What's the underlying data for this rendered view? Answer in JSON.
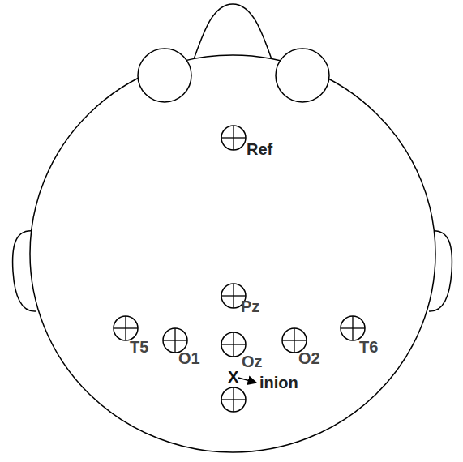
{
  "diagram": {
    "labels": [
      "Ref",
      "Pz",
      "T5",
      "O1",
      "Oz",
      "O2",
      "T6",
      "X",
      "inion"
    ]
  }
}
